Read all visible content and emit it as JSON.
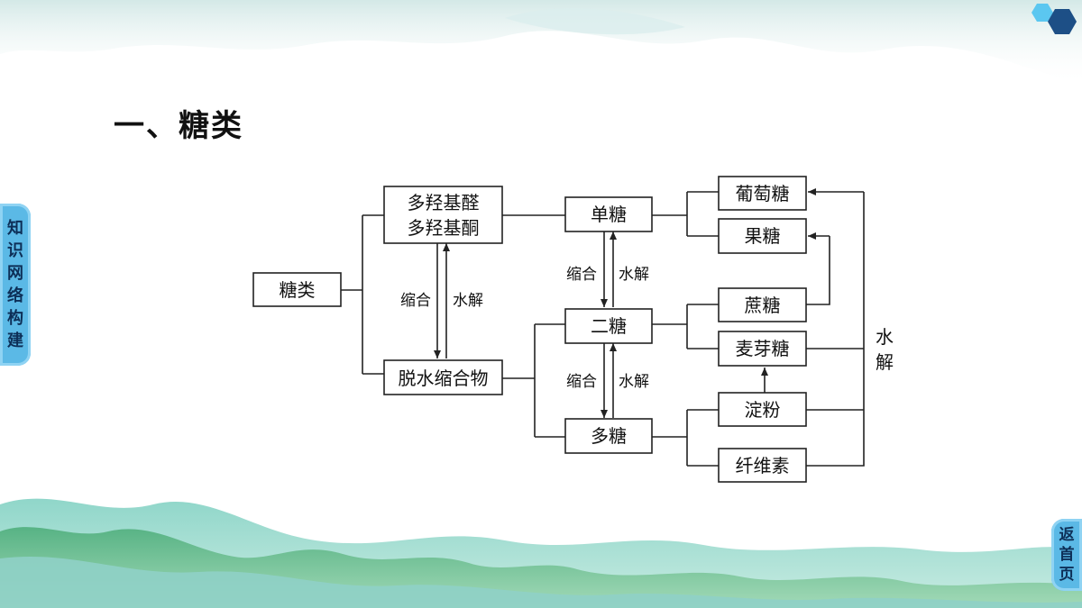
{
  "title": "一、糖类",
  "side_tab": [
    "知",
    "识",
    "网",
    "络",
    "构",
    "建"
  ],
  "home_tab": [
    "返",
    "首",
    "页"
  ],
  "diagram": {
    "root": "糖类",
    "polyhydroxy_aldehyde": "多羟基醛",
    "polyhydroxy_ketone": "多羟基酮",
    "dehydration_product": "脱水缩合物",
    "monosaccharide": "单糖",
    "disaccharide": "二糖",
    "polysaccharide": "多糖",
    "glucose": "葡萄糖",
    "fructose": "果糖",
    "sucrose": "蔗糖",
    "maltose": "麦芽糖",
    "starch": "淀粉",
    "cellulose": "纤维素",
    "condense": "缩合",
    "hydrolysis": "水解",
    "hydrolysis_right_1": "水",
    "hydrolysis_right_2": "解"
  },
  "colors": {
    "tab_blue": "#5bb9e6",
    "tab_text": "#0d2f57",
    "mountain_green": "#6fbf8f",
    "mountain_teal": "#7cc9c4"
  }
}
